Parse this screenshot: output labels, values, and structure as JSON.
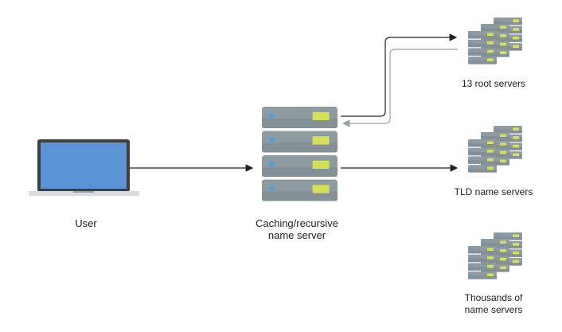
{
  "labels": {
    "user": "User",
    "resolver": [
      "Caching/recursive",
      "name server"
    ],
    "root": "13 root servers",
    "tld": "TLD name servers",
    "auth": [
      "Thousands of",
      "name servers"
    ]
  },
  "colors": {
    "server_body": "#8e9ba1",
    "server_dark": "#6f7b80",
    "server_led": "#4aa3df",
    "server_panel": "#d4e157",
    "laptop_screen": "#5b95d6",
    "laptop_frame": "#3c4043",
    "arrow_dark": "#202124",
    "arrow_gray": "#9aa0a6"
  }
}
